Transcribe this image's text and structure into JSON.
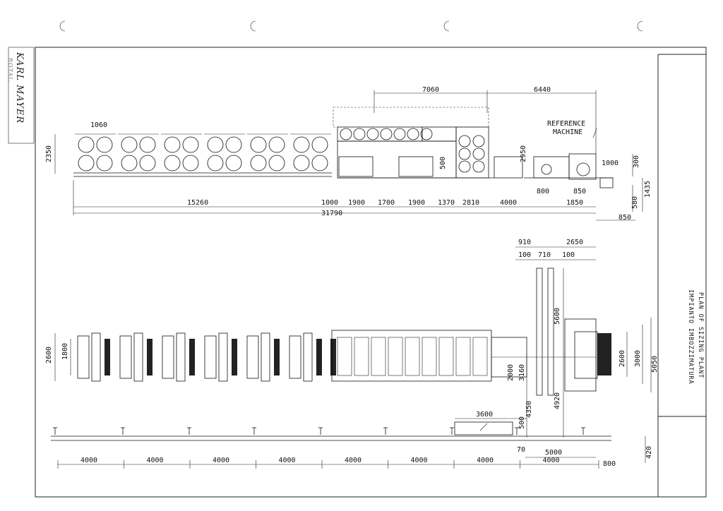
{
  "brand": {
    "name": "KARL MAYER",
    "sub": "ROTAL"
  },
  "title_block": {
    "line1": "IMPIANTO IMBOZZIMATURA",
    "line2": "PLAN OF SIZING PLANT"
  },
  "reference": {
    "line1": "REFERENCE",
    "line2": "MACHINE"
  },
  "side_view": {
    "top_dims": [
      "7060",
      "6440"
    ],
    "creel_dims": [
      "1060",
      "2350",
      "2950",
      "500",
      "1000",
      "300"
    ],
    "bottom_row": [
      "1000",
      "1900",
      "1700",
      "1900",
      "1370",
      "2810",
      "4000",
      "1850"
    ],
    "mid_dims": [
      "800",
      "850",
      "580",
      "1435",
      "850"
    ],
    "lengths": [
      "15260",
      "31790"
    ]
  },
  "plan_view": {
    "top_dims": [
      "910",
      "2650",
      "100",
      "710",
      "100"
    ],
    "left_dims": [
      "2600",
      "1800"
    ],
    "middle_dims": [
      "2000",
      "3160",
      "5600",
      "4350",
      "4920",
      "500",
      "3600"
    ],
    "right_dims": [
      "2600",
      "3000",
      "5050"
    ]
  },
  "ground": {
    "segments": [
      "4000",
      "4000",
      "4000",
      "4000",
      "4000",
      "4000",
      "4000",
      "4000"
    ],
    "extras": [
      "70",
      "5000",
      "800",
      "420"
    ]
  }
}
